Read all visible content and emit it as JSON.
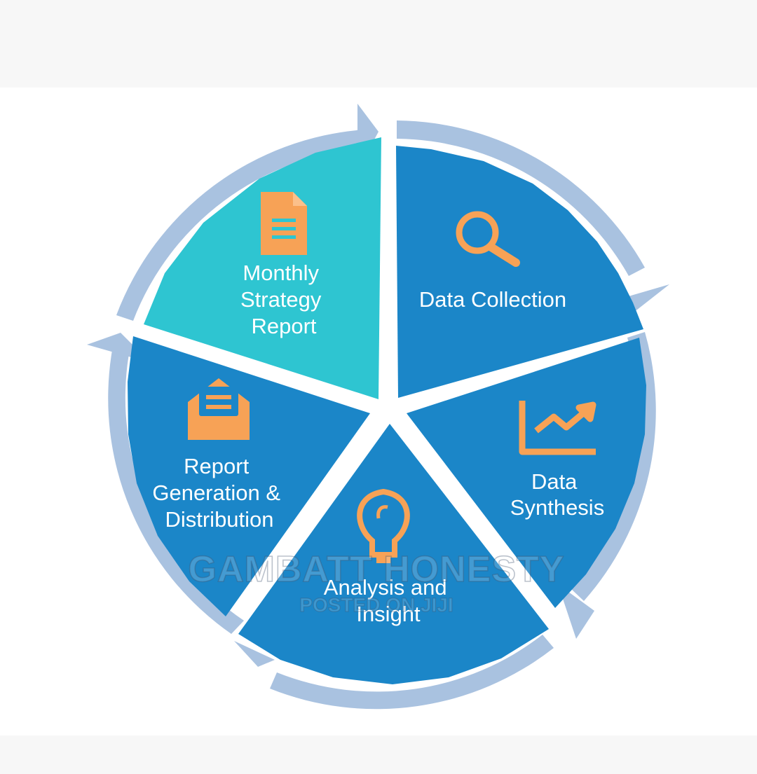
{
  "diagram": {
    "segments": [
      {
        "id": "monthly",
        "lines": [
          "Monthly",
          "Strategy",
          "Report"
        ],
        "icon": "document-icon",
        "color": "#2ec5d1"
      },
      {
        "id": "collection",
        "lines": [
          "Data Collection"
        ],
        "icon": "magnifier-icon",
        "color": "#1b86c8"
      },
      {
        "id": "synthesis",
        "lines": [
          "Data",
          "Synthesis"
        ],
        "icon": "line-chart-icon",
        "color": "#1b86c8"
      },
      {
        "id": "analysis",
        "lines": [
          "Analysis and",
          "Insight"
        ],
        "icon": "lightbulb-icon",
        "color": "#1b86c8"
      },
      {
        "id": "report",
        "lines": [
          "Report",
          "Generation &",
          "Distribution"
        ],
        "icon": "envelope-icon",
        "color": "#1b86c8"
      }
    ],
    "icon_color": "#f7a256",
    "ring_color": "#a9c2e0"
  },
  "watermark": {
    "main": "GAMBATT HONESTY",
    "sub": "POSTED ON JIJI"
  }
}
